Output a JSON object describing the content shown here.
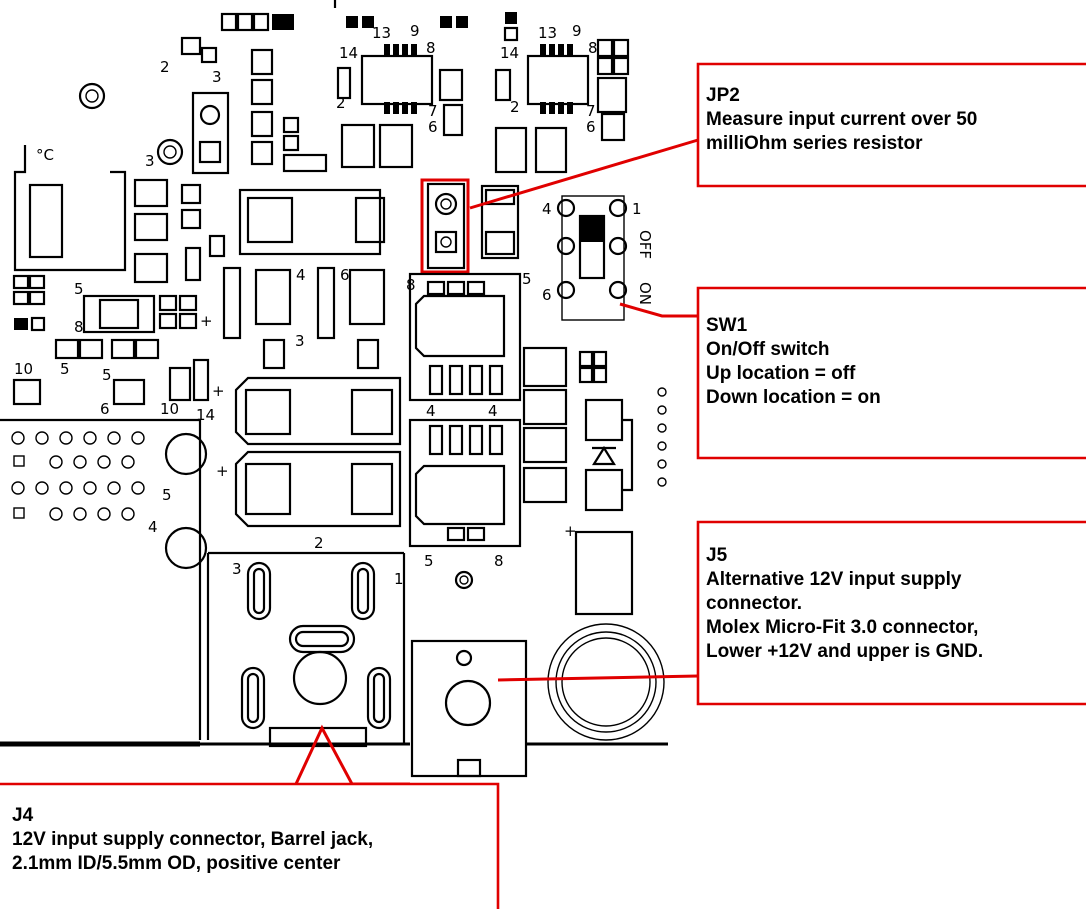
{
  "callouts": {
    "jp2": {
      "title": "JP2",
      "lines": [
        "Measure input current over 50",
        "milliOhm series resistor"
      ]
    },
    "sw1": {
      "title": "SW1",
      "lines": [
        "On/Off switch",
        "Up location = off",
        "Down location = on"
      ]
    },
    "j5": {
      "title": "J5",
      "lines": [
        "Alternative 12V input supply",
        "connector.",
        "Molex Micro-Fit 3.0 connector,",
        "Lower +12V and upper is GND."
      ]
    },
    "j4": {
      "title": "J4",
      "lines": [
        "12V input supply connector, Barrel jack,",
        "2.1mm ID/5.5mm OD, positive center"
      ]
    }
  },
  "silkscreen": {
    "u1_pins": [
      "14",
      "13",
      "9",
      "8",
      "2",
      "7",
      "6"
    ],
    "u2_pins": [
      "14",
      "13",
      "9",
      "8",
      "2",
      "7",
      "6"
    ],
    "left_labels": [
      "2",
      "3",
      "3",
      "6",
      "5",
      "8",
      "4",
      "3",
      "10",
      "5",
      "5",
      "6",
      "10",
      "14",
      "5",
      "4"
    ],
    "fet_top_pins": [
      "8",
      "5",
      "4",
      "4"
    ],
    "fet_bottom_pins": [
      "5",
      "8"
    ],
    "j4_pins": [
      "2",
      "3",
      "1"
    ],
    "sw_pins": [
      "4",
      "1",
      "6"
    ],
    "sw_off": "OFF",
    "sw_on": "ON",
    "deg_c": "°C",
    "plus": "+"
  },
  "colors": {
    "callout": "#e00000",
    "ink": "#000000",
    "background": "#ffffff"
  }
}
